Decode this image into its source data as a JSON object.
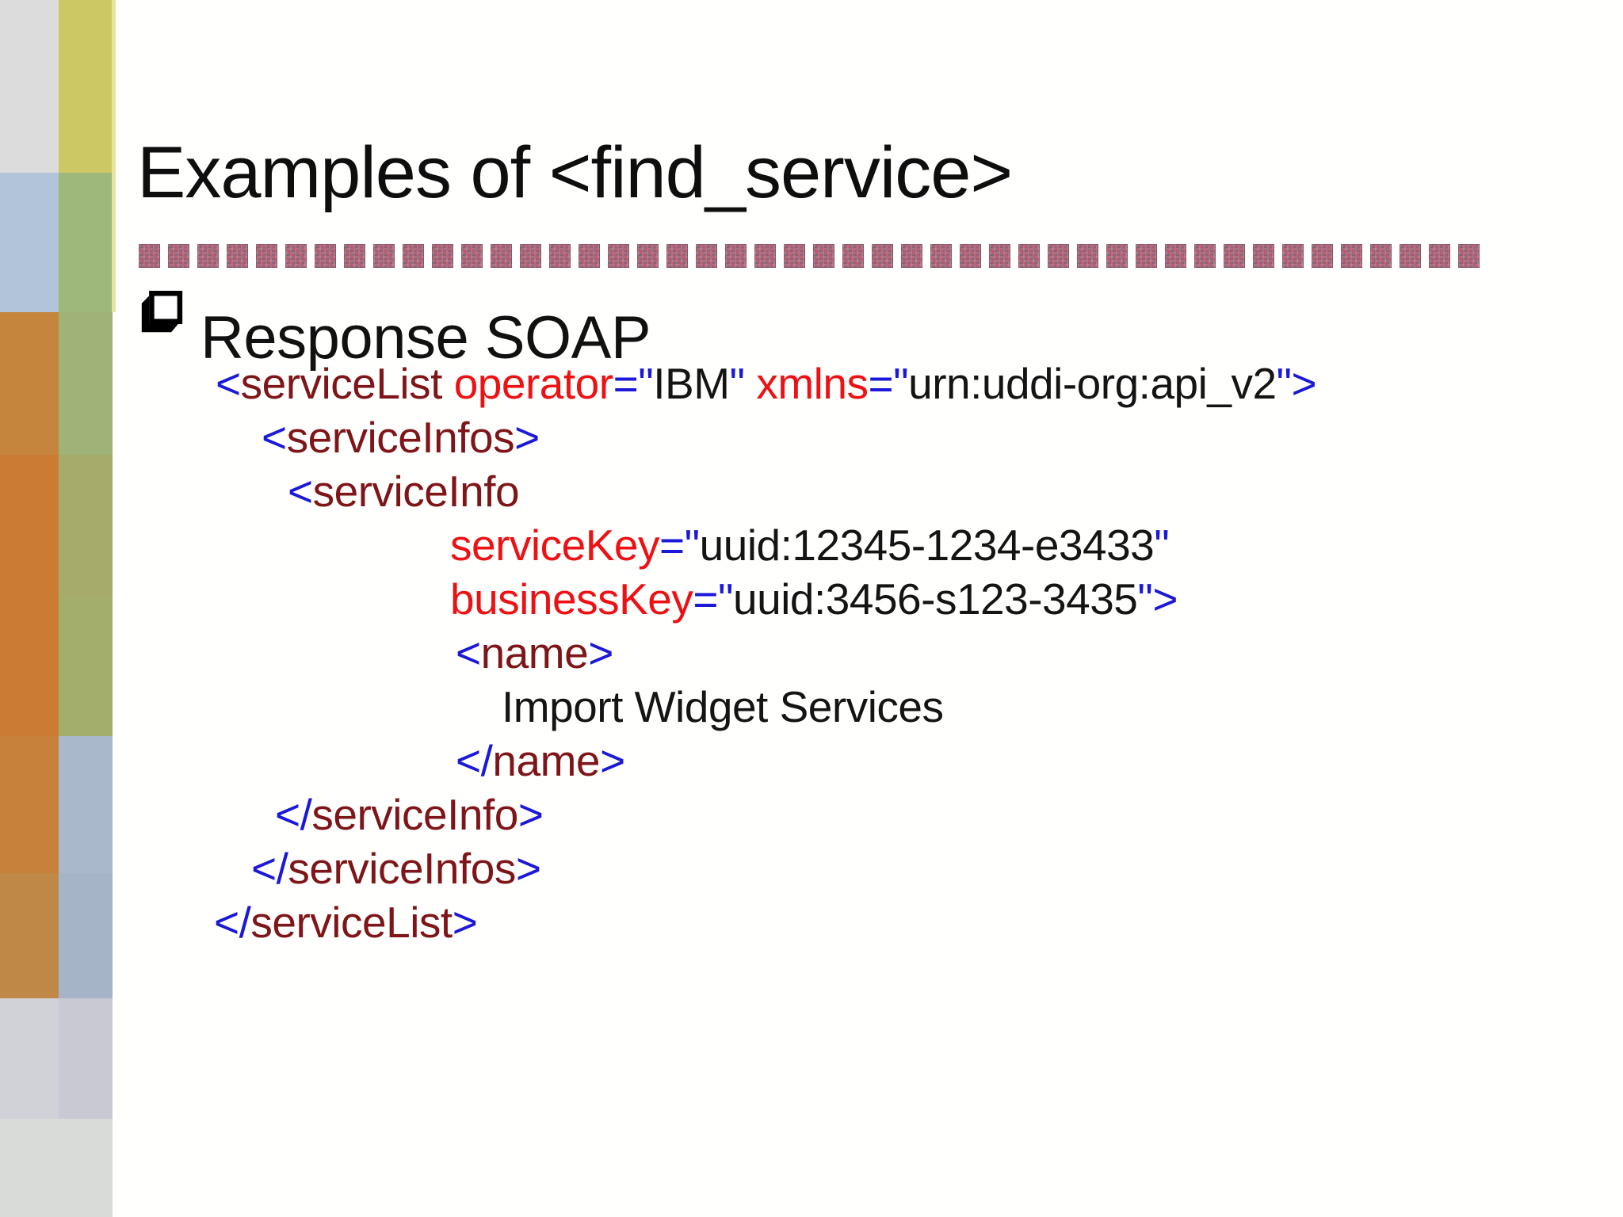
{
  "palette": {
    "maroon": "#7E1518",
    "red": "#EE1114",
    "blue": "#1B18D8",
    "black": "#141414",
    "title_color": "#0E0E0E",
    "separator_base": "#A8737F",
    "separator_specks": [
      "#C05A74",
      "#8A5E88",
      "#D295A1",
      "#714A58"
    ]
  },
  "title": "Examples of <find_service>",
  "bullet": {
    "label": "Response SOAP",
    "icon": "shadowed-square-bullet"
  },
  "separator": {
    "square_count": 46
  },
  "code_lines": [
    {
      "segments": [
        {
          "t": "<",
          "c": "blue"
        },
        {
          "t": "serviceList",
          "c": "maroon"
        },
        {
          "t": " ",
          "c": "black"
        },
        {
          "t": "operator",
          "c": "red"
        },
        {
          "t": "=\"",
          "c": "blue"
        },
        {
          "t": "IBM",
          "c": "black"
        },
        {
          "t": "\" ",
          "c": "blue"
        },
        {
          "t": "xmlns",
          "c": "red"
        },
        {
          "t": "=\"",
          "c": "blue"
        },
        {
          "t": "urn:uddi-org:api_v2",
          "c": "black"
        },
        {
          "t": "\">",
          "c": "blue"
        }
      ]
    },
    {
      "segments": [
        {
          "t": "<",
          "c": "blue"
        },
        {
          "t": "serviceInfos",
          "c": "maroon"
        },
        {
          "t": ">",
          "c": "blue"
        }
      ]
    },
    {
      "segments": [
        {
          "t": "<",
          "c": "blue"
        },
        {
          "t": "serviceInfo",
          "c": "maroon"
        }
      ]
    },
    {
      "segments": [
        {
          "t": "serviceKey",
          "c": "red"
        },
        {
          "t": "=\"",
          "c": "blue"
        },
        {
          "t": "uuid:12345-1234-e3433",
          "c": "black"
        },
        {
          "t": "\"",
          "c": "blue"
        }
      ]
    },
    {
      "segments": [
        {
          "t": "businessKey",
          "c": "red"
        },
        {
          "t": "=\"",
          "c": "blue"
        },
        {
          "t": "uuid:3456-s123-3435",
          "c": "black"
        },
        {
          "t": "\">",
          "c": "blue"
        }
      ]
    },
    {
      "segments": [
        {
          "t": "<",
          "c": "blue"
        },
        {
          "t": "name",
          "c": "maroon"
        },
        {
          "t": ">",
          "c": "blue"
        }
      ]
    },
    {
      "segments": [
        {
          "t": "Import Widget Services",
          "c": "black"
        }
      ]
    },
    {
      "segments": [
        {
          "t": "</",
          "c": "blue"
        },
        {
          "t": "name",
          "c": "maroon"
        },
        {
          "t": ">",
          "c": "blue"
        }
      ]
    },
    {
      "segments": [
        {
          "t": "</",
          "c": "blue"
        },
        {
          "t": "serviceInfo",
          "c": "maroon"
        },
        {
          "t": ">",
          "c": "blue"
        }
      ]
    },
    {
      "segments": [
        {
          "t": "</",
          "c": "blue"
        },
        {
          "t": "serviceInfos",
          "c": "maroon"
        },
        {
          "t": ">",
          "c": "blue"
        }
      ]
    },
    {
      "segments": [
        {
          "t": "</",
          "c": "blue"
        },
        {
          "t": "serviceList",
          "c": "maroon"
        },
        {
          "t": ">",
          "c": "blue"
        }
      ]
    }
  ],
  "sidebar": {
    "tiles": [
      {
        "left": "#DCDCDC",
        "right": "#CCC964"
      },
      {
        "left": "#B2C4DA",
        "right": "#9EB87B"
      },
      {
        "left": "#C5853D",
        "right": "#9FB277"
      },
      {
        "left": "#CC7B33",
        "right": "#A6AA6A"
      },
      {
        "left": "#CC7B33",
        "right": "#A3AE6B"
      },
      {
        "left": "#C6813B",
        "right": "#A9B9CB"
      },
      {
        "left": "#BF8847",
        "right": "#A5B4C7"
      },
      {
        "left": "#D1D1D8",
        "right": "#C9C9D3"
      },
      {
        "left": "#D9DBD9",
        "right": "#D9DBD9"
      }
    ]
  }
}
